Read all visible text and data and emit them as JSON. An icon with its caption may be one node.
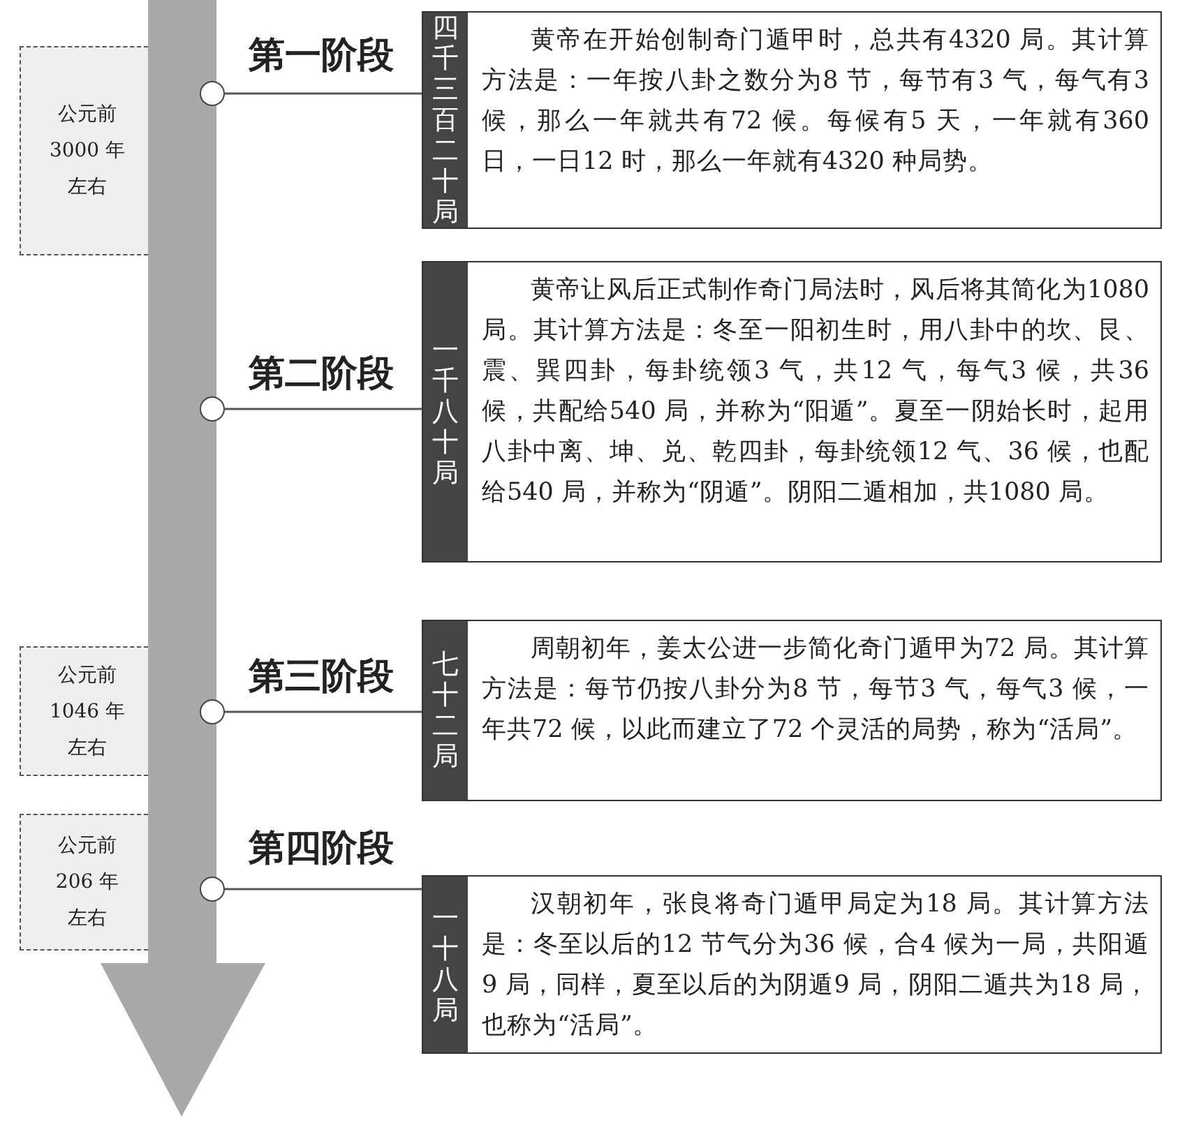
{
  "diagram": {
    "nodes": [
      {
        "text": [
          "公元前3000 年左右"
        ]
      },
      {
        "text": [],
        "shape": "circle",
        "beside": [
          "第一阶段"
        ]
      },
      {
        "text": [
          "四千三百二十局",
          "黄帝在开始创制奇门遁甲时，总共有4320 局。其计算方法是：一年按八卦之数分为8 节，每节有3 气，每气有3 候，那么一年就共有72 候。每候有5 天，一年就有360 日，一日12 时，那么一年就有4320 种局势。"
        ]
      },
      {
        "text": [],
        "shape": "circle",
        "beside": [
          "第二阶段"
        ]
      },
      {
        "text": [
          "一千八十局",
          "黄帝让风后正式制作奇门局法时，风后将其简化为1080 局。其计算方法是：冬至一阳初生时，用八卦中的坎、艮、震、巽四卦，每卦统领3 气，共12 气，每气3 候，共36 候，共配给540 局，并称为“阳遁”。夏至一阴始长时，起用八卦中离、坤、兑、乾四卦，每卦统领12 气、36 候，也配给540 局，并称为“阴遁”。阴阳二遁相加，共1080 局。"
        ]
      },
      {
        "text": [
          "公元前1046 年左右"
        ]
      },
      {
        "text": [],
        "shape": "circle",
        "beside": [
          "第三阶段"
        ]
      },
      {
        "text": [
          "七十二局",
          "周朝初年，姜太公进一步简化奇门遁甲为72 局。其计算方法是：每节仍按八卦分为8 节，每节3 气，每气3 候，一年共72 候，以此而建立了72 个灵活的局势，称为“活局”。"
        ]
      },
      {
        "text": [
          "公元前206 年左右"
        ]
      },
      {
        "text": [],
        "shape": "circle",
        "beside": [
          "第四阶段"
        ]
      },
      {
        "text": [
          "一十八局",
          "汉朝初年，张良将奇门遁甲局定为18 局。其计算方法是：冬至以后的12 节气分为36 候，合4 候为一局，共阳遁9 局，同样，夏至以后的为阴遁9 局，阴阳二遁共为18 局，也称为“活局”。"
        ]
      }
    ],
    "edges": [
      {
        "from": 1,
        "to": 2,
        "arrow": "none"
      },
      {
        "from": 3,
        "to": 4,
        "arrow": "none"
      },
      {
        "from": 6,
        "to": 7,
        "arrow": "none"
      },
      {
        "from": 9,
        "to": 10,
        "arrow": "none"
      }
    ]
  }
}
